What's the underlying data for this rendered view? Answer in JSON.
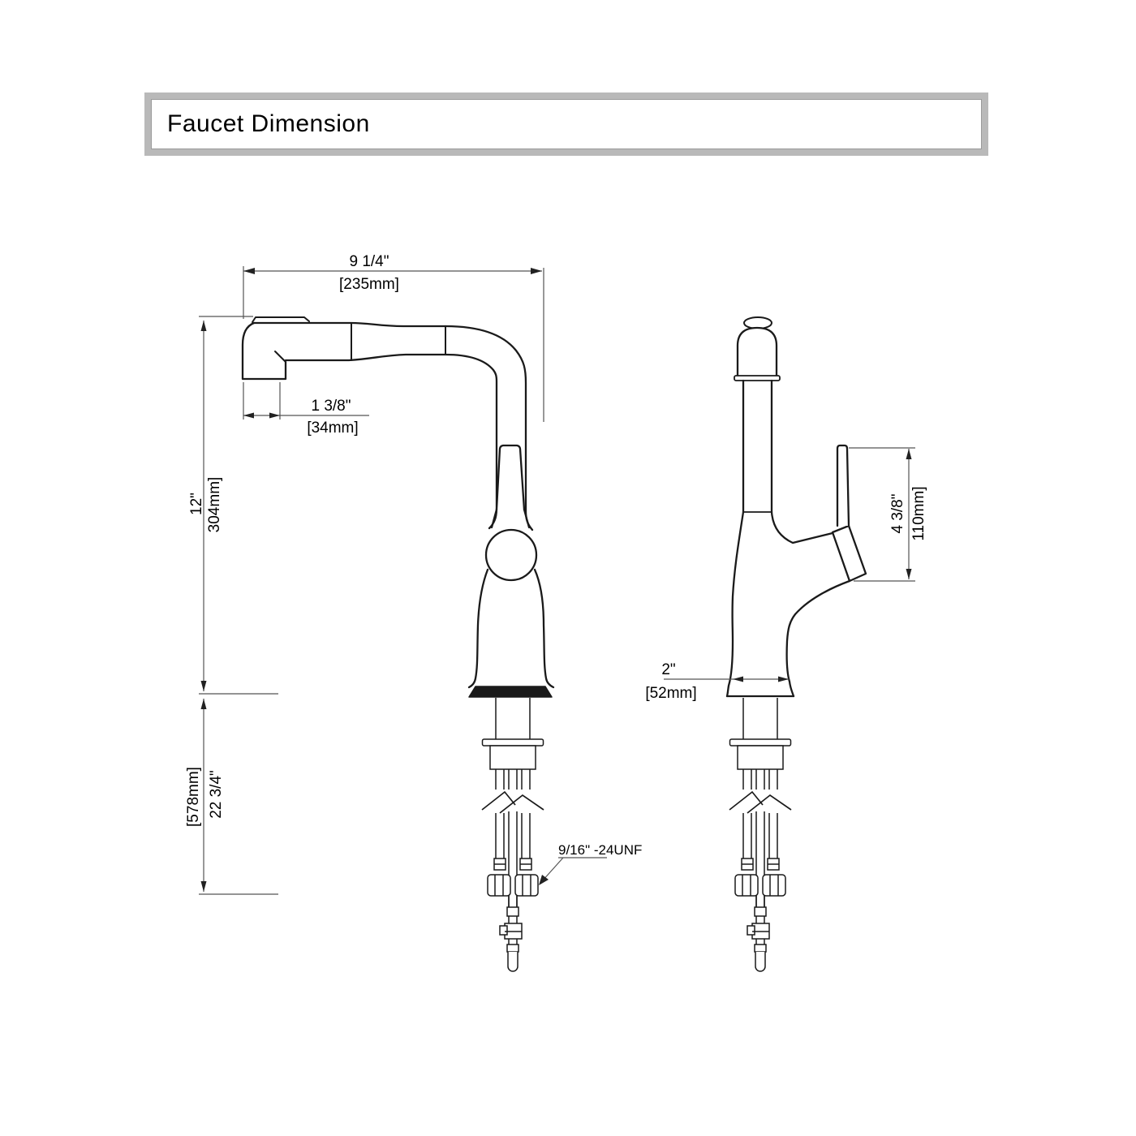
{
  "title": "Faucet Dimension",
  "colors": {
    "outline": "#1a1a1a",
    "dimension_line": "#555555",
    "title_border": "#b9b9b9",
    "text": "#000000"
  },
  "dims": {
    "spout_reach_in": "9 1/4\"",
    "spout_reach_mm": "[235mm]",
    "spout_tip_in": "1 3/8\"",
    "spout_tip_mm": "[34mm]",
    "spout_height_in": "12\"",
    "spout_height_mm": "304mm]",
    "supply_length_mm": "[578mm]",
    "supply_length_in": "22 3/4\"",
    "base_width_in": "2\"",
    "base_width_mm": "[52mm]",
    "handle_height_in": "4 3/8\"",
    "handle_height_mm": "110mm]",
    "thread_spec": "9/16\" -24UNF"
  }
}
